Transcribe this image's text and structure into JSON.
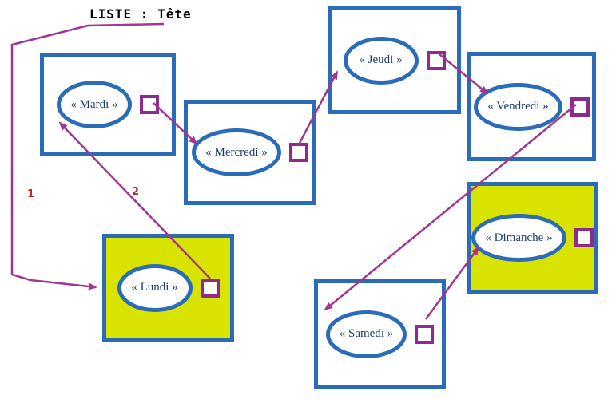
{
  "title": "LISTE : Tête",
  "annotations": {
    "pointer1": "1",
    "pointer2": "2"
  },
  "nodes": [
    {
      "id": "mardi",
      "label": "« Mardi »",
      "highlighted": false,
      "pointer_null": false
    },
    {
      "id": "mercredi",
      "label": "« Mercredi »",
      "highlighted": false,
      "pointer_null": false
    },
    {
      "id": "jeudi",
      "label": "« Jeudi »",
      "highlighted": false,
      "pointer_null": false
    },
    {
      "id": "vendredi",
      "label": "« Vendredi »",
      "highlighted": false,
      "pointer_null": false
    },
    {
      "id": "lundi",
      "label": "« Lundi »",
      "highlighted": true,
      "pointer_null": false
    },
    {
      "id": "samedi",
      "label": "« Samedi »",
      "highlighted": false,
      "pointer_null": false
    },
    {
      "id": "dimanche",
      "label": "« Dimanche »",
      "highlighted": true,
      "pointer_null": true
    }
  ],
  "links_order": [
    "Tête->Lundi",
    "Lundi->Mardi",
    "Mardi->Mercredi",
    "Mercredi->Jeudi",
    "Jeudi->Vendredi",
    "Vendredi->Samedi",
    "Samedi->Dimanche",
    "Dimanche->NULL"
  ],
  "colors": {
    "box_border": "#2b6cb8",
    "highlight_fill": "#d8e300",
    "pointer_border": "#8d2b8d",
    "arrow": "#a13590",
    "label_1": "#cc2222",
    "label_2": "#a23333",
    "text": "#1c3d6e"
  }
}
